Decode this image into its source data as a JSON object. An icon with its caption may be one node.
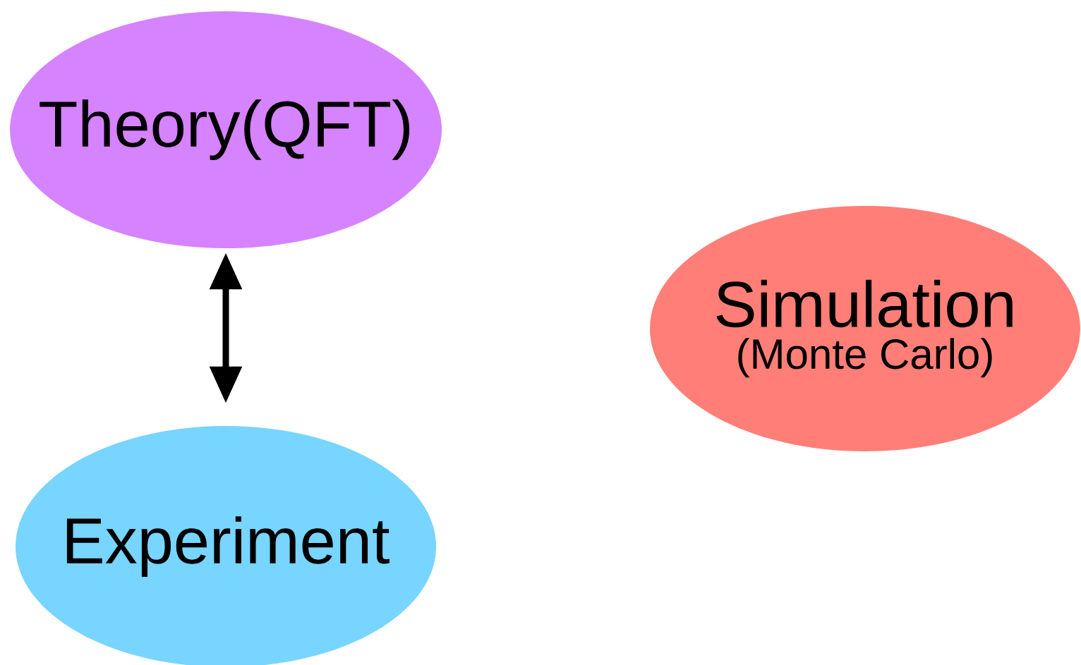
{
  "diagram": {
    "nodes": [
      {
        "text": [
          "Theory(QFT)"
        ]
      },
      {
        "text": [
          "Experiment"
        ]
      },
      {
        "text": [
          "Simulation",
          "(Monte Carlo)"
        ]
      }
    ],
    "edges": [
      {
        "from": 0,
        "to": 1,
        "arrow": "both"
      }
    ]
  }
}
